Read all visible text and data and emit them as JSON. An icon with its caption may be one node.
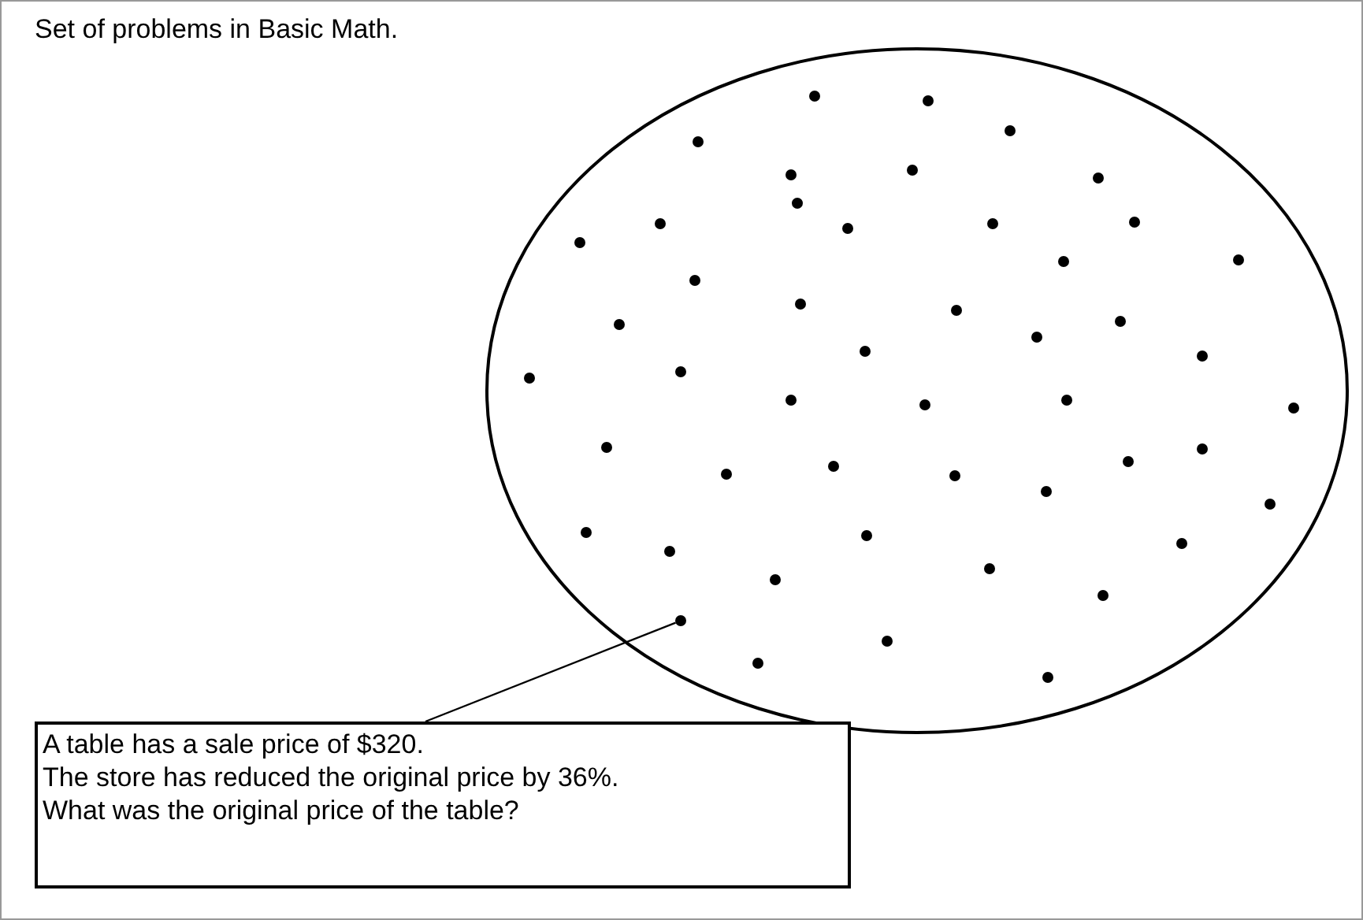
{
  "diagram": {
    "title": "Set of problems in Basic Math.",
    "nodes": [
      {
        "text": [],
        "shape": "circle"
      },
      {
        "text": [],
        "shape": "circle",
        "in": 0
      },
      {
        "text": [
          "A table has a sale price of $320.",
          "The store has reduced the original price by 36%.",
          "What was the original price of the table?"
        ]
      }
    ],
    "edges": [
      {
        "from": 2,
        "to": 1,
        "arrow": "none"
      }
    ]
  }
}
